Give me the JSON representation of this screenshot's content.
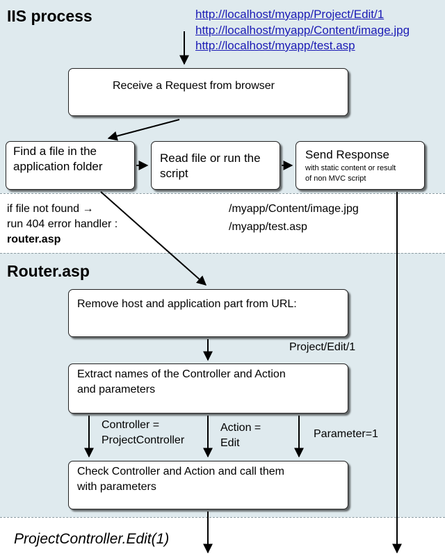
{
  "sections": {
    "iis_title": "IIS process",
    "router_title": "Router.asp"
  },
  "urls": [
    "http://localhost/myapp/Project/Edit/1",
    "http://localhost/myapp/Content/image.jpg",
    "http://localhost/myapp/test.asp"
  ],
  "boxes": {
    "receive": "Receive a Request  from browser",
    "find_line1": "Find a file in the",
    "find_line2": "application folder",
    "read_line1": "Read file or run the",
    "read_line2": "script",
    "send_title": "Send Response",
    "send_sub1": "with static content or result",
    "send_sub2": "of non MVC script",
    "remove": "Remove host and application part from URL:",
    "extract_line1": "Extract names of the Controller and Action",
    "extract_line2": "and parameters",
    "check_line1": "Check Controller and Action and call them",
    "check_line2": "with parameters"
  },
  "notes": {
    "not_found_line1": "if file not found →",
    "not_found_line2": "run 404 error handler :",
    "not_found_line3": "router.asp",
    "static_path1": "/myapp/Content/image.jpg",
    "static_path2": "/myapp/test.asp",
    "route_path": "Project/Edit/1",
    "controller_line1": "Controller =",
    "controller_line2": "ProjectController",
    "action_line1": "Action =",
    "action_line2": "Edit",
    "parameter": "Parameter=1",
    "final_call": "ProjectController.Edit(1)"
  },
  "colors": {
    "band": "#dfeaee",
    "link": "#1a1ab5"
  }
}
